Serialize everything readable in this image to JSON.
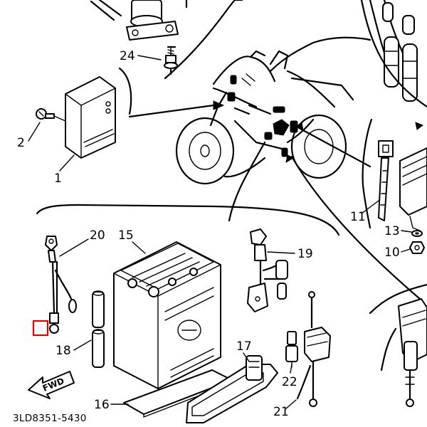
{
  "diagram": {
    "drawing_code": "3LD8351-5430",
    "direction_label": "FWD",
    "highlight_color": "#e00000",
    "callouts": {
      "c1": "1",
      "c2": "2",
      "c10": "10",
      "c11": "11",
      "c13": "13",
      "c15": "15",
      "c16": "16",
      "c17": "17",
      "c18": "18",
      "c19": "19",
      "c20": "20",
      "c21": "21",
      "c22": "22",
      "c24": "24"
    },
    "highlighted_part": "battery-negative-lead-terminal"
  }
}
